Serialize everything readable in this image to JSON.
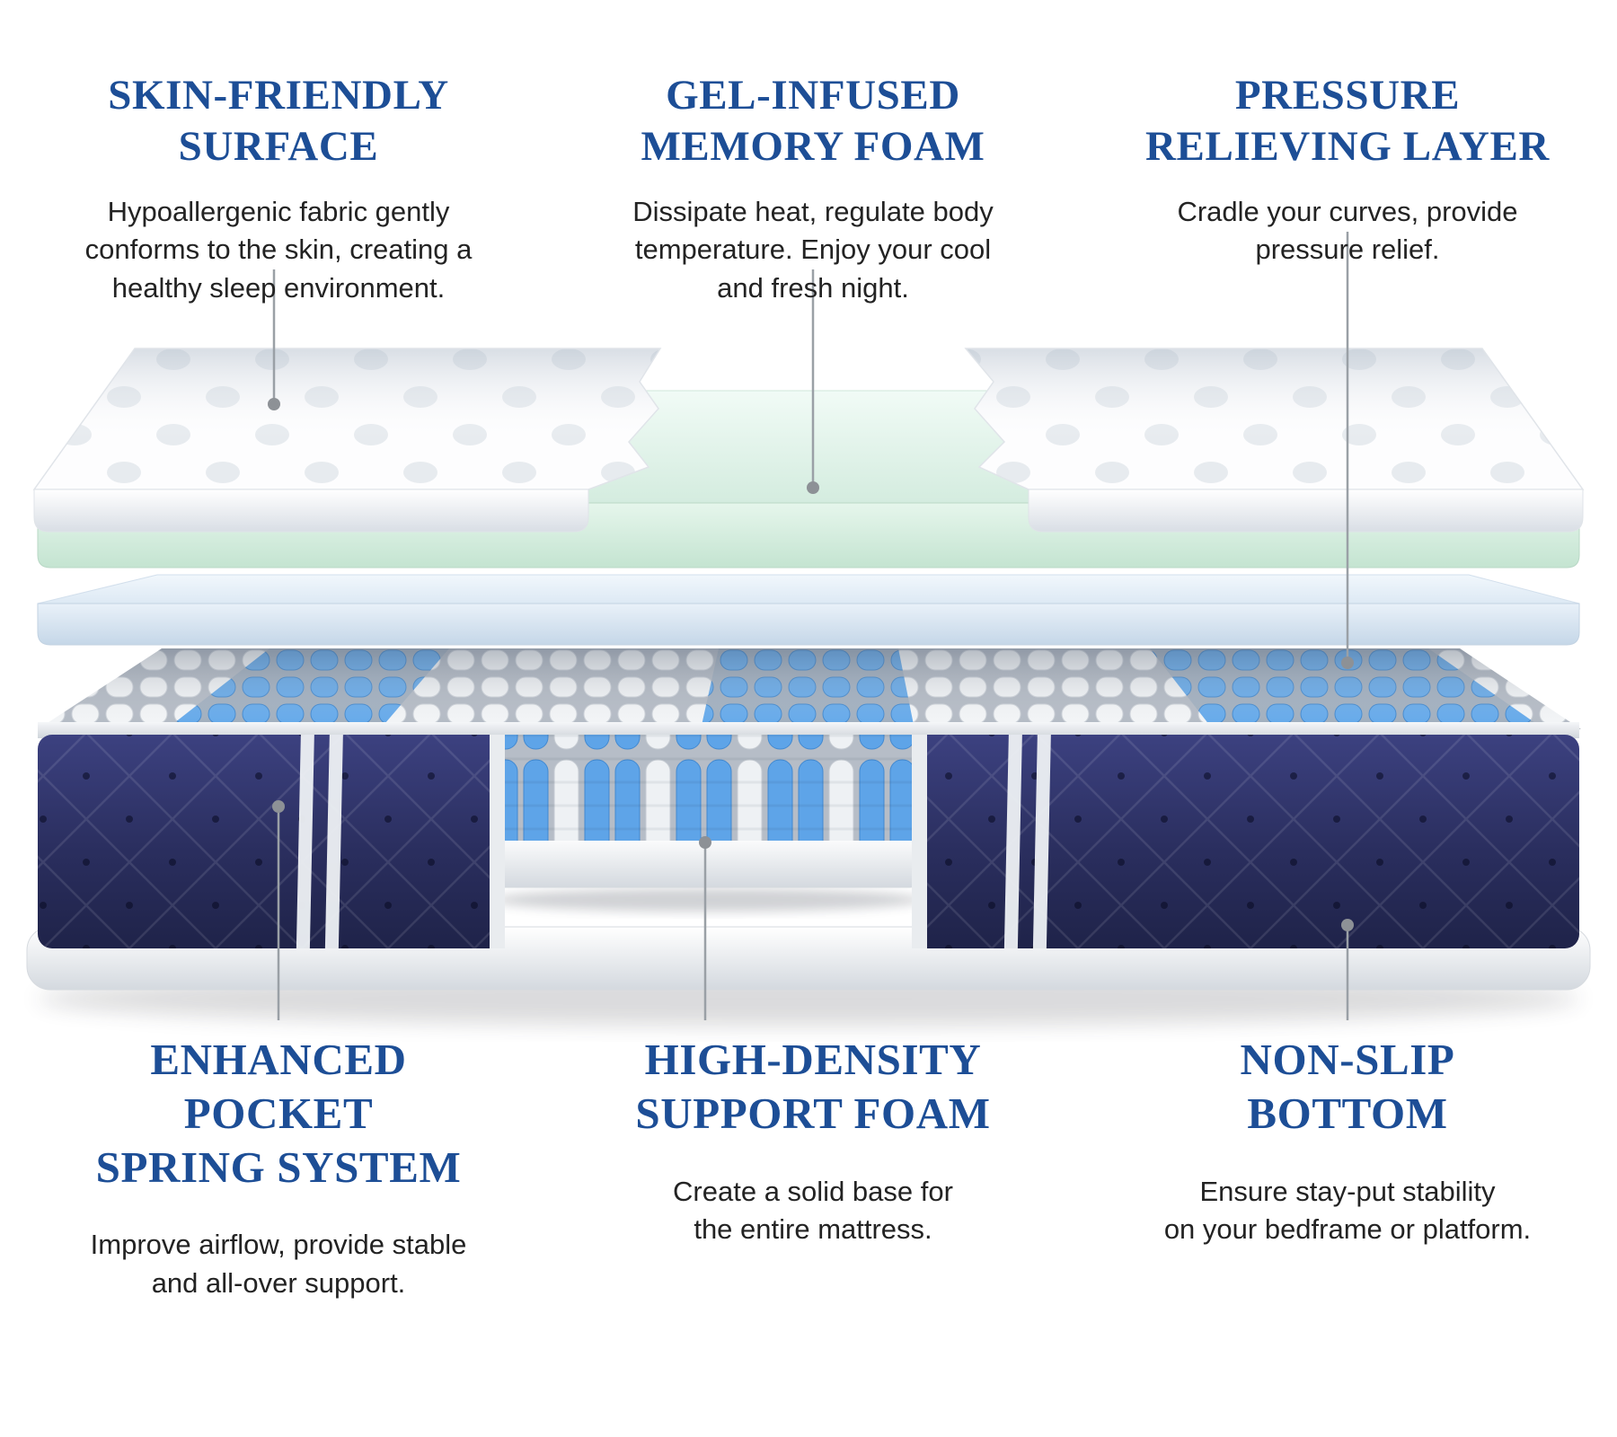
{
  "colors": {
    "title_blue": "#1d4e96",
    "body_text": "#232323",
    "leader_line_gray": "#9aa0a6",
    "navy_panel": "#2d3166",
    "spring_blue": "#5ea4e8",
    "memory_foam_green": "#d9efe2",
    "pressure_layer_blue": "#d7e4f1",
    "base_white": "#ffffff"
  },
  "features": {
    "top": [
      {
        "id": "skin-friendly-surface",
        "title_lines": [
          "SKIN-FRIENDLY",
          "SURFACE"
        ],
        "desc_lines": [
          "Hypoallergenic fabric gently",
          "conforms to the skin, creating a",
          "healthy sleep environment."
        ]
      },
      {
        "id": "gel-infused-memory-foam",
        "title_lines": [
          "GEL-INFUSED",
          "MEMORY FOAM"
        ],
        "desc_lines": [
          "Dissipate heat, regulate body",
          "temperature. Enjoy your cool",
          "and fresh night."
        ]
      },
      {
        "id": "pressure-relieving-layer",
        "title_lines": [
          "PRESSURE",
          "RELIEVING LAYER"
        ],
        "desc_lines": [
          "Cradle your curves, provide",
          "pressure relief."
        ]
      }
    ],
    "bottom": [
      {
        "id": "enhanced-pocket-spring-system",
        "title_lines": [
          "ENHANCED POCKET",
          "SPRING SYSTEM"
        ],
        "desc_lines": [
          "Improve airflow, provide stable",
          "and all-over support."
        ]
      },
      {
        "id": "high-density-support-foam",
        "title_lines": [
          "HIGH-DENSITY",
          "SUPPORT FOAM"
        ],
        "desc_lines": [
          "Create a solid base for",
          "the entire mattress."
        ]
      },
      {
        "id": "non-slip-bottom",
        "title_lines": [
          "NON-SLIP",
          "BOTTOM"
        ],
        "desc_lines": [
          "Ensure stay-put stability",
          "on your bedframe or platform."
        ]
      }
    ]
  }
}
